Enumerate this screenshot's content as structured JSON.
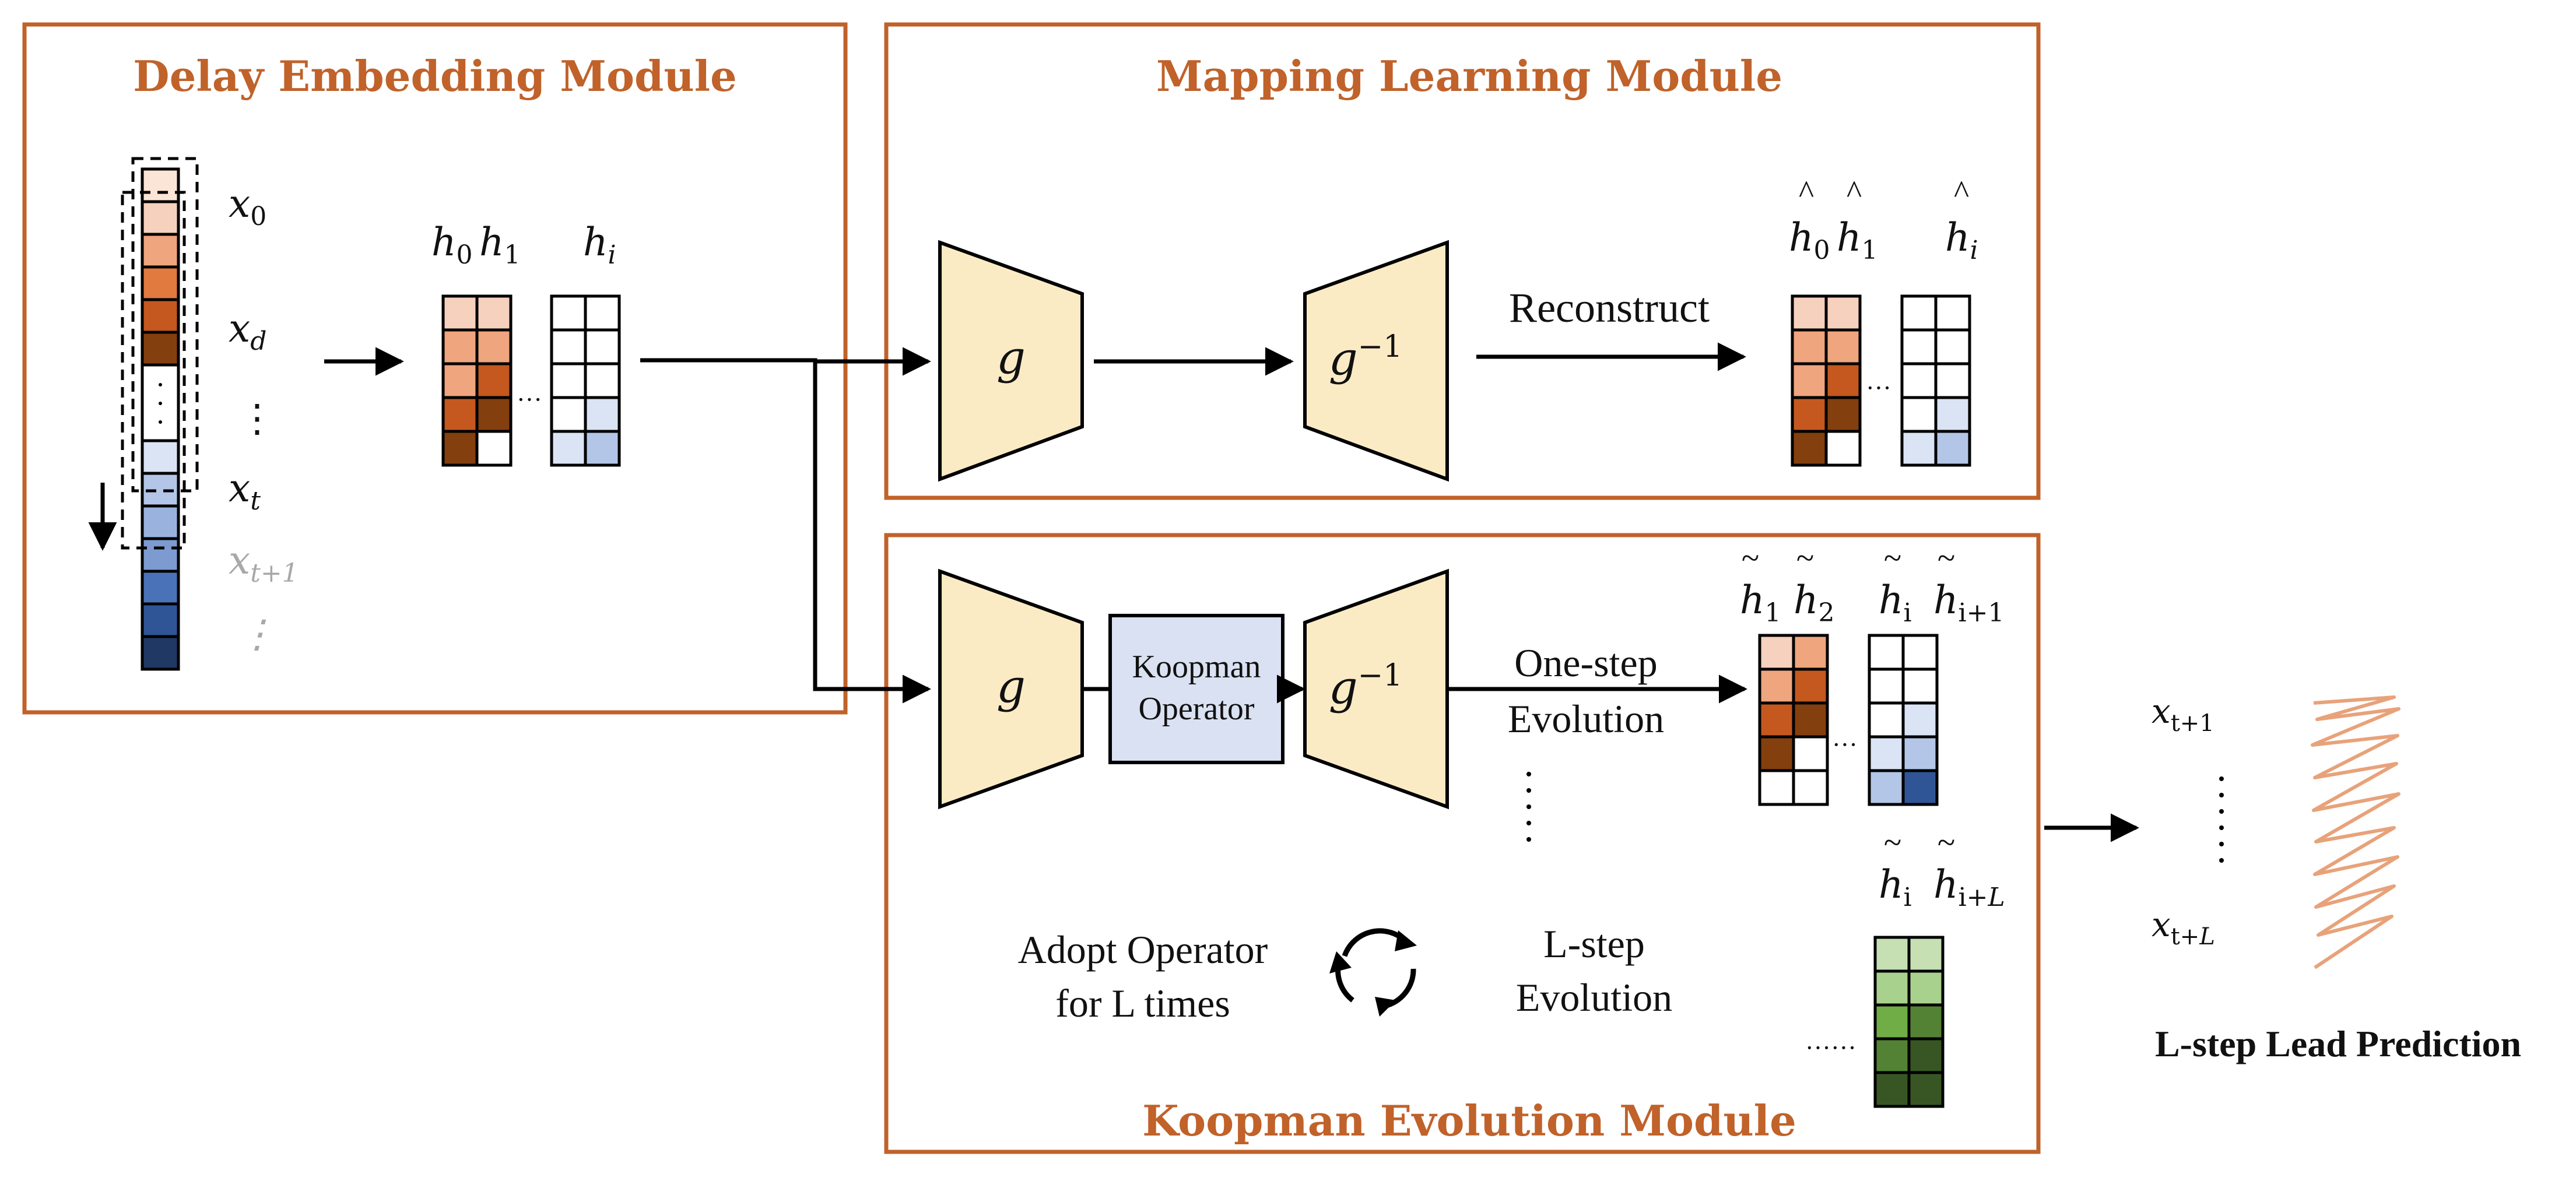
{
  "modules": {
    "delay_title": "Delay Embedding Module",
    "mapping_title": "Mapping Learning Module",
    "koopman_title": "Koopman Evolution Module"
  },
  "delay": {
    "x0": "x",
    "x0_sub": "0",
    "xd": "x",
    "xd_sub": "d",
    "vdots": "⋮",
    "xt": "x",
    "xt_sub": "t",
    "xt1": "x",
    "xt1_sub": "t+1",
    "h0": "h",
    "h0_sub": "0",
    "h1": "h",
    "h1_sub": "1",
    "hi": "h",
    "hi_sub": "i",
    "ellipsis": "···"
  },
  "mapping": {
    "g": "g",
    "g_inv": "g",
    "g_inv_sup": "−1",
    "reconstruct": "Reconstruct",
    "hat_h0": "h",
    "hat_h0_sub": "0",
    "hat_h1": "h",
    "hat_h1_sub": "1",
    "hat_hi": "h",
    "hat_hi_sub": "i",
    "hat": "^",
    "ellipsis": "···"
  },
  "koopman": {
    "g": "g",
    "operator_line1": "Koopman",
    "operator_line2": "Operator",
    "g_inv": "g",
    "g_inv_sup": "−1",
    "one_step_line1": "One-step",
    "one_step_line2": "Evolution",
    "l_step_line1": "L-step",
    "l_step_line2": "Evolution",
    "adopt_line1": "Adopt Operator",
    "adopt_line2": "for L times",
    "tilde": "~",
    "t_h1": "h",
    "t_h1_sub": "1",
    "t_h2": "h",
    "t_h2_sub": "2",
    "t_hi": "h",
    "t_hi_sub": "i",
    "t_hi1": "h",
    "t_hi1_sub": "i+1",
    "t_hi_b": "h",
    "t_hi_b_sub": "i",
    "t_hiL": "h",
    "t_hiL_sub": "i+",
    "t_hiL_subL": "L",
    "ellipsis": "···",
    "ellipsis_long": "······"
  },
  "prediction": {
    "x_top": "x",
    "x_top_sub": "t+1",
    "x_bottom": "x",
    "x_bottom_sub": "t+",
    "x_bottom_subL": "L",
    "label": "L-step Lead Prediction"
  },
  "colors": {
    "module_border": "#c0622a",
    "trapezoid_fill": "#fbebc5",
    "operator_fill": "#d9e1f2",
    "orange_shades": [
      "#f6d1bd",
      "#efa57d",
      "#c4581e",
      "#843f0e"
    ],
    "blue_shades": [
      "#dbe4f4",
      "#b3c6e7",
      "#7d9bd1",
      "#2f5597",
      "#1f3864"
    ],
    "green_shades": [
      "#c6e0b4",
      "#a9d18e",
      "#70ad47",
      "#548235",
      "#375623"
    ]
  }
}
